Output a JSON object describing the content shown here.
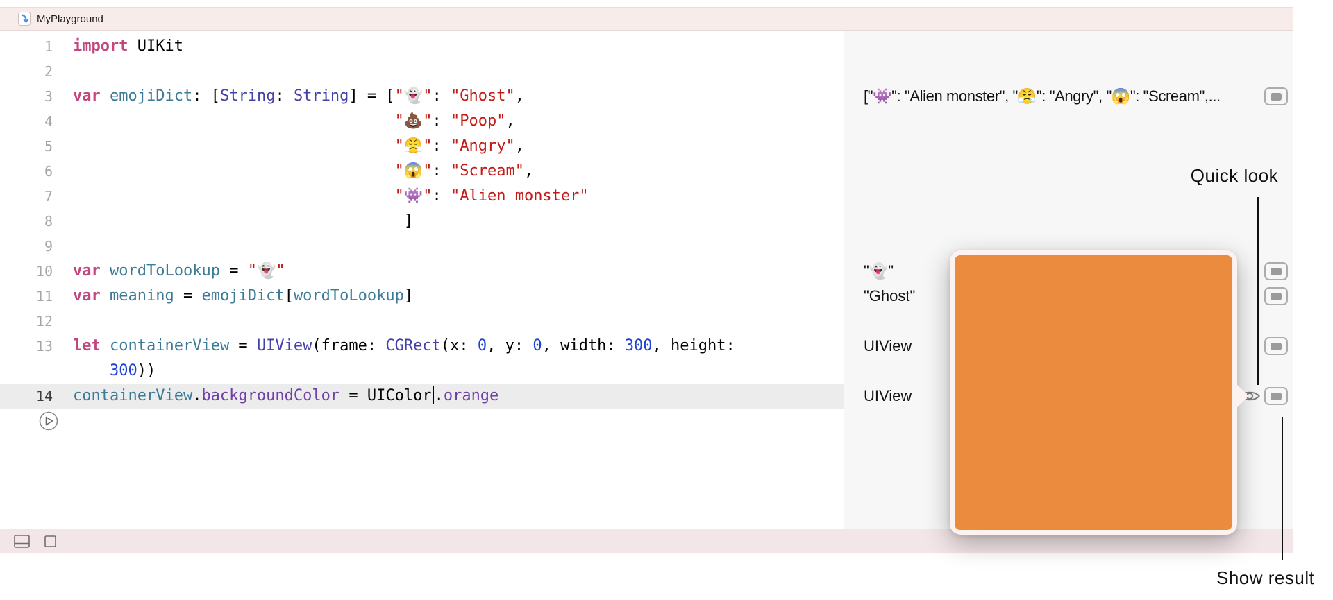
{
  "window": {
    "title": "MyPlayground"
  },
  "editor": {
    "lines": [
      {
        "n": "1",
        "seg": [
          [
            "k",
            "import"
          ],
          [
            "p",
            " UIKit"
          ]
        ]
      },
      {
        "n": "2",
        "seg": []
      },
      {
        "n": "3",
        "seg": [
          [
            "k",
            "var"
          ],
          [
            "p",
            " "
          ],
          [
            "v",
            "emojiDict"
          ],
          [
            "p",
            ": ["
          ],
          [
            "t",
            "String"
          ],
          [
            "p",
            ": "
          ],
          [
            "t",
            "String"
          ],
          [
            "p",
            "] = ["
          ],
          [
            "s",
            "\"👻\""
          ],
          [
            "p",
            ": "
          ],
          [
            "s",
            "\"Ghost\""
          ],
          [
            "p",
            ","
          ]
        ]
      },
      {
        "n": "4",
        "seg": [
          [
            "p",
            "                                   "
          ],
          [
            "s",
            "\"💩\""
          ],
          [
            "p",
            ": "
          ],
          [
            "s",
            "\"Poop\""
          ],
          [
            "p",
            ","
          ]
        ]
      },
      {
        "n": "5",
        "seg": [
          [
            "p",
            "                                   "
          ],
          [
            "s",
            "\"😤\""
          ],
          [
            "p",
            ": "
          ],
          [
            "s",
            "\"Angry\""
          ],
          [
            "p",
            ","
          ]
        ]
      },
      {
        "n": "6",
        "seg": [
          [
            "p",
            "                                   "
          ],
          [
            "s",
            "\"😱\""
          ],
          [
            "p",
            ": "
          ],
          [
            "s",
            "\"Scream\""
          ],
          [
            "p",
            ","
          ]
        ]
      },
      {
        "n": "7",
        "seg": [
          [
            "p",
            "                                   "
          ],
          [
            "s",
            "\"👾\""
          ],
          [
            "p",
            ": "
          ],
          [
            "s",
            "\"Alien monster\""
          ]
        ]
      },
      {
        "n": "8",
        "seg": [
          [
            "p",
            "                                    ]"
          ]
        ]
      },
      {
        "n": "9",
        "seg": []
      },
      {
        "n": "10",
        "seg": [
          [
            "k",
            "var"
          ],
          [
            "p",
            " "
          ],
          [
            "v",
            "wordToLookup"
          ],
          [
            "p",
            " = "
          ],
          [
            "s",
            "\"👻\""
          ]
        ]
      },
      {
        "n": "11",
        "seg": [
          [
            "k",
            "var"
          ],
          [
            "p",
            " "
          ],
          [
            "v",
            "meaning"
          ],
          [
            "p",
            " = "
          ],
          [
            "v",
            "emojiDict"
          ],
          [
            "p",
            "["
          ],
          [
            "v",
            "wordToLookup"
          ],
          [
            "p",
            "]"
          ]
        ]
      },
      {
        "n": "12",
        "seg": []
      },
      {
        "n": "13",
        "seg": [
          [
            "k",
            "let"
          ],
          [
            "p",
            " "
          ],
          [
            "v",
            "containerView"
          ],
          [
            "p",
            " = "
          ],
          [
            "t",
            "UIView"
          ],
          [
            "p",
            "(frame: "
          ],
          [
            "t",
            "CGRect"
          ],
          [
            "p",
            "(x: "
          ],
          [
            "num",
            "0"
          ],
          [
            "p",
            ", y: "
          ],
          [
            "num",
            "0"
          ],
          [
            "p",
            ", width: "
          ],
          [
            "num",
            "300"
          ],
          [
            "p",
            ", height:"
          ]
        ]
      },
      {
        "n": "",
        "seg": [
          [
            "p",
            "    "
          ],
          [
            "num",
            "300"
          ],
          [
            "p",
            "))"
          ]
        ]
      },
      {
        "n": "14",
        "current": true,
        "seg": [
          [
            "v",
            "containerView"
          ],
          [
            "p",
            "."
          ],
          [
            "m",
            "backgroundColor"
          ],
          [
            "p",
            " = UIColor"
          ],
          [
            "cursor",
            ""
          ],
          [
            "p",
            "."
          ],
          [
            "m",
            "orange"
          ]
        ]
      }
    ]
  },
  "results": {
    "rows": [
      {
        "line": "3",
        "value": "[\"👾\": \"Alien monster\", \"😤\": \"Angry\", \"😱\": \"Scream\",...",
        "icon": true,
        "eye": false
      },
      {
        "line": "10",
        "value": "\"👻\"",
        "icon": true,
        "eye": false
      },
      {
        "line": "11",
        "value": "\"Ghost\"",
        "icon": true,
        "eye": false
      },
      {
        "line": "13",
        "value": "UIView",
        "icon": true,
        "eye": false
      },
      {
        "line": "14",
        "value": "UIView",
        "icon": true,
        "eye": true
      }
    ]
  },
  "quick_look": {
    "label": "Quick look",
    "preview_color": "#EB8B3D"
  },
  "show_result": {
    "label": "Show result"
  },
  "colors": {
    "keyword": "#C2477F",
    "variable": "#3C7B97",
    "type": "#4440A7",
    "member": "#7040A8",
    "string": "#C41A16",
    "number": "#1C41D8",
    "plain": "#000000"
  }
}
